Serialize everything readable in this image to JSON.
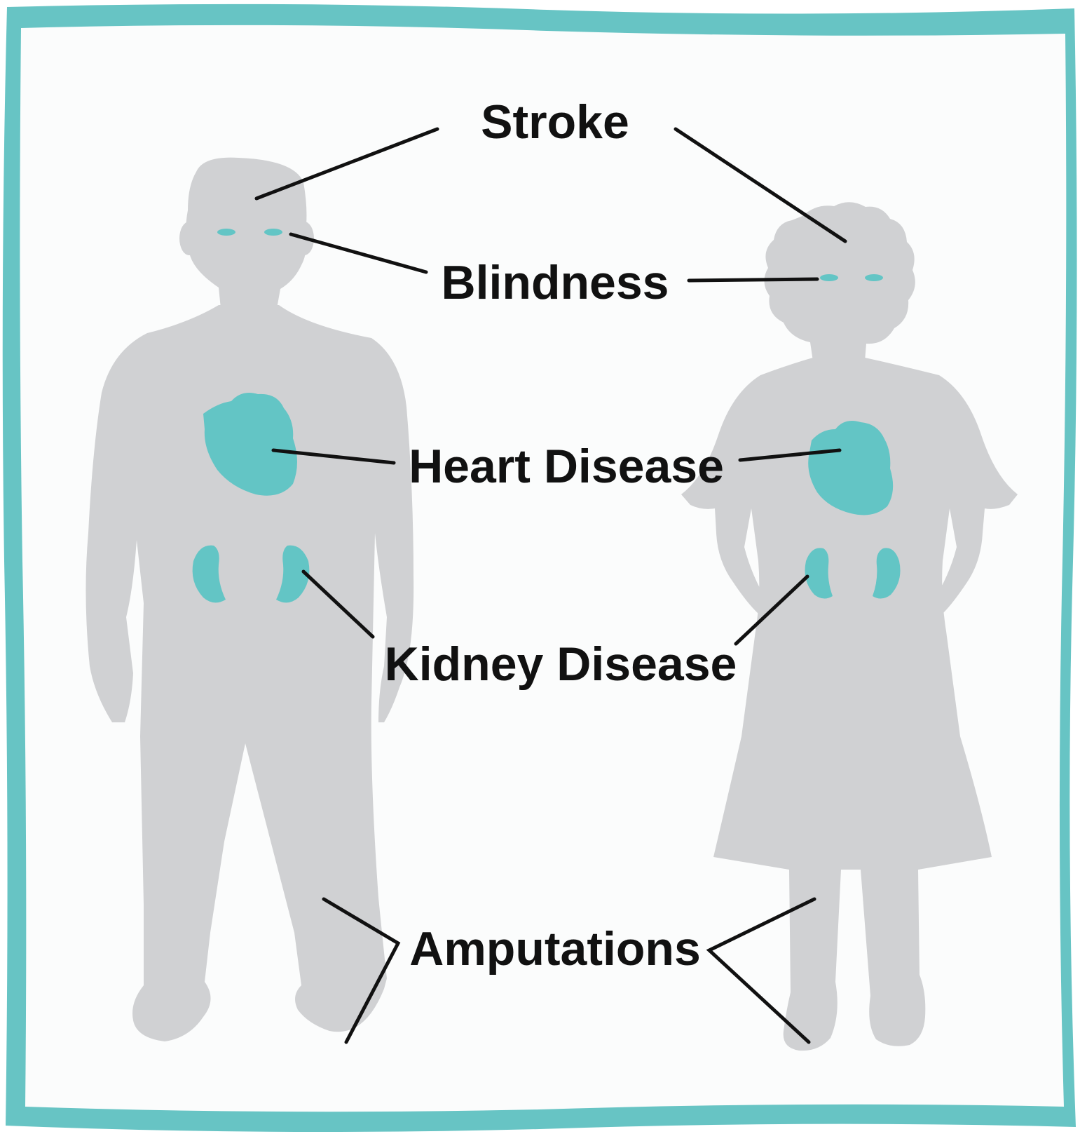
{
  "labels": {
    "stroke": "Stroke",
    "blindness": "Blindness",
    "heart_disease": "Heart Disease",
    "kidney_disease": "Kidney Disease",
    "amputations": "Amputations"
  },
  "figures": [
    "man-silhouette",
    "woman-silhouette"
  ],
  "colors": {
    "frame": "#67c4c4",
    "background": "#fbfcfc",
    "silhouette": "#d0d1d3",
    "organ": "#63c5c5",
    "text": "#111111"
  }
}
